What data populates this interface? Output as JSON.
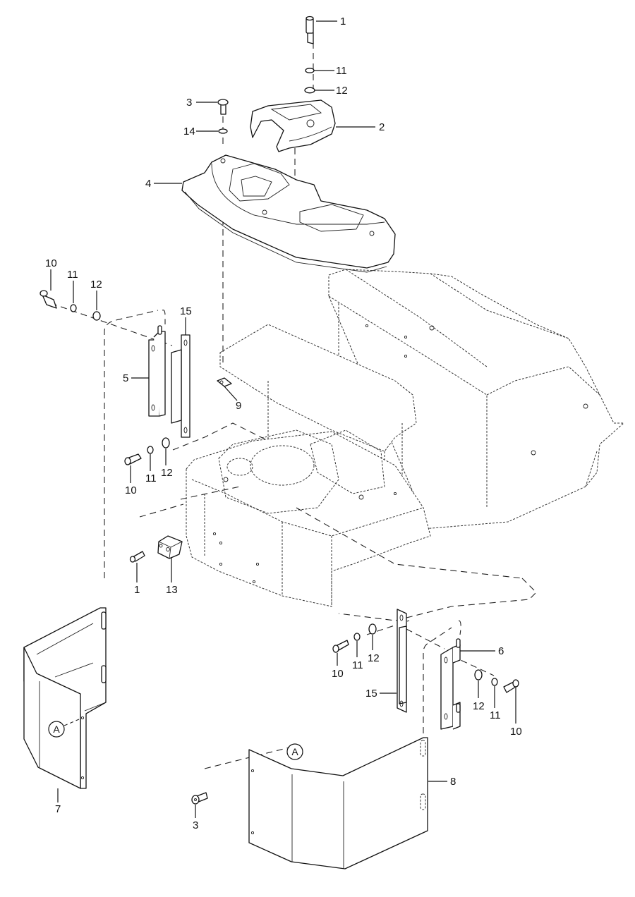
{
  "diagram": {
    "type": "exploded-parts-diagram",
    "callouts": {
      "c1_top": "1",
      "c11_top": "11",
      "c12_top": "12",
      "c2": "2",
      "c3_top": "3",
      "c14": "14",
      "c4": "4",
      "c10_left_top": "10",
      "c11_left_top": "11",
      "c12_left_top": "12",
      "c15_left": "15",
      "c5": "5",
      "c9": "9",
      "c10_left_mid": "10",
      "c11_left_mid": "11",
      "c12_left_mid": "12",
      "c1_mid": "1",
      "c13": "13",
      "c7": "7",
      "c10_right_a": "10",
      "c11_right_a": "11",
      "c12_right_a": "12",
      "c15_right": "15",
      "c6": "6",
      "c12_right_b": "12",
      "c11_right_b": "11",
      "c10_right_b": "10",
      "c3_bottom": "3",
      "c8": "8"
    },
    "reference_marks": {
      "left_panel": "A",
      "right_panel": "A"
    }
  }
}
